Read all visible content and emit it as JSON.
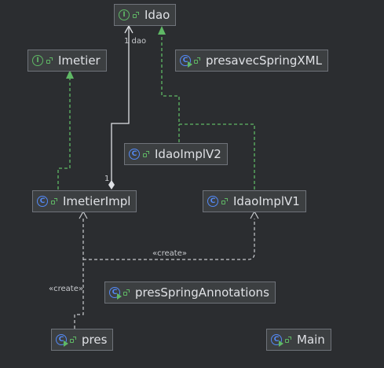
{
  "diagram": {
    "nodes": {
      "idao": {
        "name": "Idao",
        "kind": "interface-icon"
      },
      "imetier": {
        "name": "Imetier",
        "kind": "interface-icon"
      },
      "presavecspringxml": {
        "name": "presavecSpringXML",
        "kind": "executable-class-icon"
      },
      "idaoimplv2": {
        "name": "IdaoImplV2",
        "kind": "class-icon"
      },
      "imetierimpl": {
        "name": "ImetierImpl",
        "kind": "class-icon"
      },
      "idaoimplv1": {
        "name": "IdaoImplV1",
        "kind": "class-icon"
      },
      "presspringannotations": {
        "name": "presSpringAnnotations",
        "kind": "executable-class-icon"
      },
      "pres": {
        "name": "pres",
        "kind": "executable-class-icon"
      },
      "main": {
        "name": "Main",
        "kind": "executable-class-icon"
      }
    },
    "edge_labels": {
      "dao_association": "1 dao",
      "dao_multiplicity_source": "1",
      "create_idaoimplv1": "«create»",
      "create_imetierimpl": "«create»"
    },
    "colors": {
      "background": "#2b2d30",
      "node_fill": "#3c3f41",
      "node_border": "#6f737a",
      "realization_arrow": "#5fb865",
      "association_line": "#dfe1e5",
      "dependency_line": "#c8cace"
    }
  }
}
